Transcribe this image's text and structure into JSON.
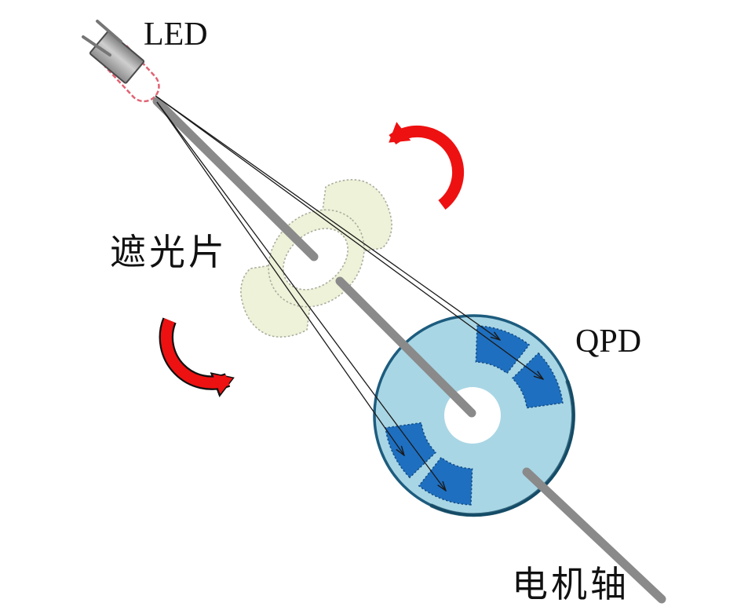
{
  "diagram": {
    "labels": {
      "led": "LED",
      "shutter": "遮光片",
      "qpd": "QPD",
      "motor_shaft": "电机轴"
    },
    "colors": {
      "rotation_arrow": "#ee1111",
      "rotation_arrow_outline": "#111111",
      "qpd_disc": "#a9d6e5",
      "qpd_disc_outline": "#1d5c7e",
      "qpd_disc_rim": "#12465f",
      "qpd_sector": "#1e6fc0",
      "qpd_sector_border": "#134e87",
      "shutter_fill": "#edf2d8",
      "shutter_border": "#a9ae9d",
      "shaft": "#8a8a8a",
      "ray": "#1a1a1a",
      "led_bulb_outline": "#e26272",
      "led_body": "#a8a8a8",
      "led_body_border": "#4a4a4a",
      "led_lead": "#767676"
    }
  }
}
